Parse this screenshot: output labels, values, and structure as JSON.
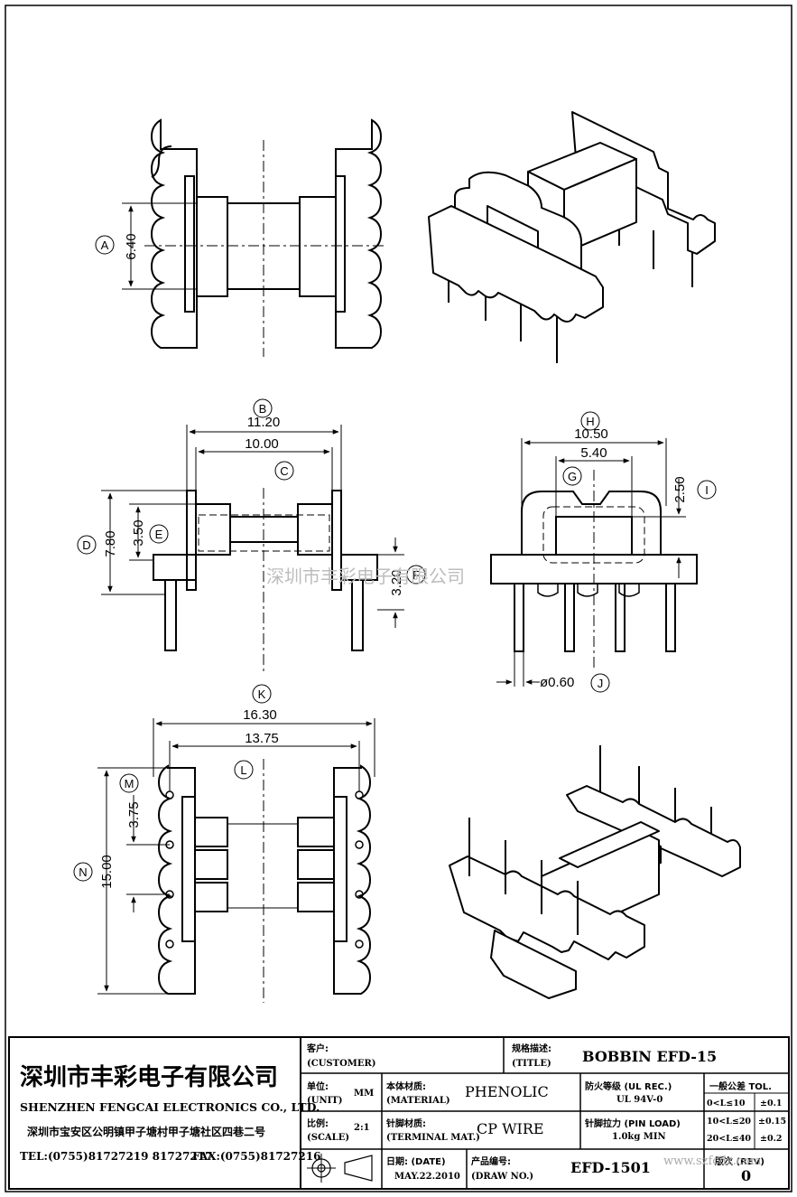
{
  "company": {
    "name_cn": "深圳市丰彩电子有限公司",
    "name_en": "SHENZHEN FENGCAI ELECTRONICS CO., LTD.",
    "address": "深圳市宝安区公明镇甲子塘村甲子塘社区四巷二号",
    "tel": "TEL:(0755)81727219  81727217",
    "fax": "FAX:(0755)81727216"
  },
  "title_block": {
    "customer_label": "客户:",
    "customer_label_en": "(CUSTOMER)",
    "title_label": "规格描述:",
    "title_label_en": "(TITLE)",
    "title_value": "BOBBIN EFD-15",
    "unit_label": "单位:",
    "unit_label_en": "(UNIT)",
    "unit_value": "MM",
    "material_label": "本体材质:",
    "material_label_en": "(MATERIAL)",
    "material_value": "PHENOLIC",
    "ul_label": "防火等级 (UL REC.)",
    "ul_value": "UL 94V-0",
    "tol_label": "一般公差 TOL.",
    "tol_rows": [
      [
        "0<L≤10",
        "±0.1"
      ],
      [
        "10<L≤20",
        "±0.15"
      ],
      [
        "20<L≤40",
        "±0.2"
      ]
    ],
    "scale_label": "比例:",
    "scale_label_en": "(SCALE)",
    "scale_value": "2:1",
    "terminal_label": "针脚材质:",
    "terminal_label_en": "(TERMINAL MAT.)",
    "terminal_value": "CP WIRE",
    "pin_load_label": "针脚拉力 (PIN LOAD)",
    "pin_load_value": "1.0kg MIN",
    "date_label": "日期: (DATE)",
    "date_value": "MAY.22.2010",
    "drawno_label": "产品编号:",
    "drawno_label_en": "(DRAW NO.)",
    "drawno_value": "EFD-1501",
    "rev_label": "版次 (REV)",
    "rev_value": "0"
  },
  "dimensions": {
    "A": "6.40",
    "B": "11.20",
    "b2": "10.00",
    "D": "7.80",
    "E": "3.50",
    "F": "3.20",
    "H": "10.50",
    "G": "5.40",
    "I": "2.50",
    "J": "ø0.60",
    "K": "16.30",
    "L": "13.75",
    "M": "3.75",
    "N": "15.00"
  },
  "callouts": [
    "A",
    "B",
    "C",
    "D",
    "E",
    "F",
    "G",
    "H",
    "I",
    "J",
    "K",
    "L",
    "M",
    "N"
  ],
  "watermark": "深圳市丰彩电子有限公司",
  "watermark_url": "www.szfcdz.com"
}
